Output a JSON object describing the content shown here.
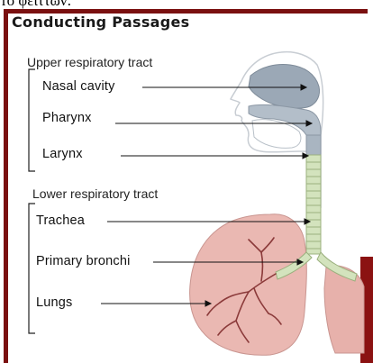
{
  "header_caption": "ro φειττων:",
  "title": "Conducting Passages",
  "upper": {
    "group_label": "Upper respiratory tract",
    "labels": [
      "Nasal cavity",
      "Pharynx",
      "Larynx"
    ]
  },
  "lower": {
    "group_label": "Lower respiratory tract",
    "labels": [
      "Trachea",
      "Primary bronchi",
      "Lungs"
    ]
  },
  "colors": {
    "frame": "#7a1010",
    "head_fill": "#9aa7b5",
    "airway_fill": "#b9c3cd",
    "trachea_fill": "#cfe0b8",
    "lung_fill": "#e9b5b0",
    "bronchi": "#8b3a3a"
  }
}
